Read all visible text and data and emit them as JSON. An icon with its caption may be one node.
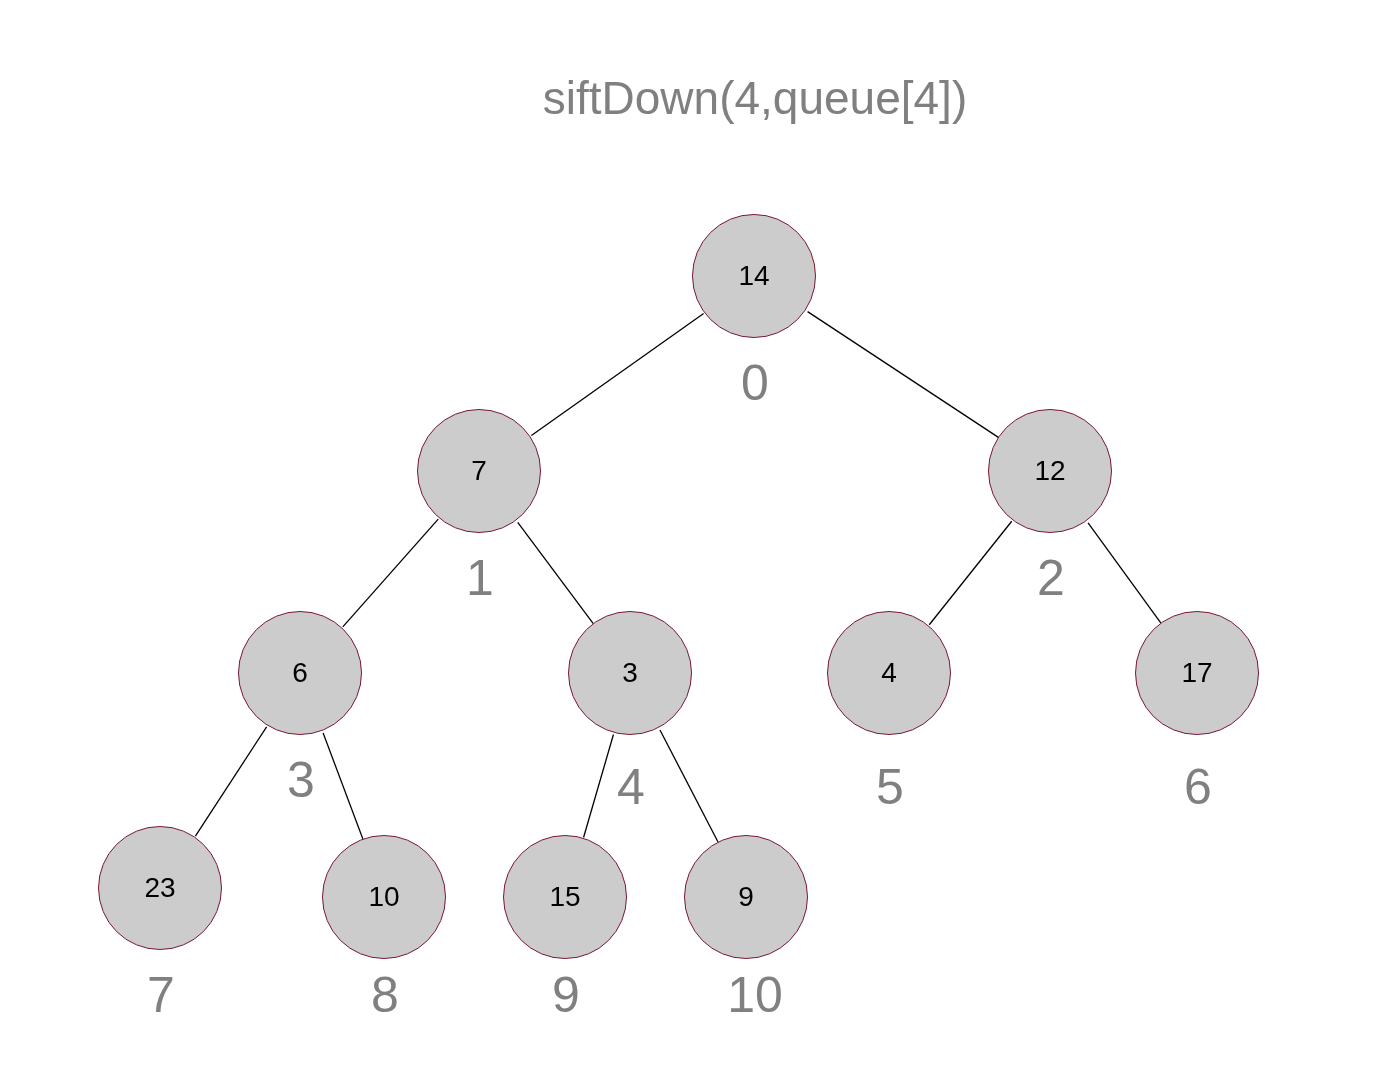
{
  "diagram": {
    "title": "siftDown(4,queue[4])",
    "nodes": [
      {
        "text": [
          "14"
        ],
        "beside": [
          "0"
        ]
      },
      {
        "text": [
          "7"
        ],
        "beside": [
          "1"
        ]
      },
      {
        "text": [
          "12"
        ],
        "beside": [
          "2"
        ]
      },
      {
        "text": [
          "6"
        ],
        "beside": [
          "3"
        ]
      },
      {
        "text": [
          "3"
        ],
        "beside": [
          "4"
        ]
      },
      {
        "text": [
          "4"
        ],
        "beside": [
          "5"
        ]
      },
      {
        "text": [
          "17"
        ],
        "beside": [
          "6"
        ]
      },
      {
        "text": [
          "23"
        ],
        "beside": [
          "7"
        ]
      },
      {
        "text": [
          "10"
        ],
        "beside": [
          "8"
        ]
      },
      {
        "text": [
          "15"
        ],
        "beside": [
          "9"
        ]
      },
      {
        "text": [
          "9"
        ],
        "beside": [
          "10"
        ]
      }
    ],
    "edges": [
      {
        "from": 0,
        "to": 1,
        "arrow": "none"
      },
      {
        "from": 0,
        "to": 2,
        "arrow": "none"
      },
      {
        "from": 1,
        "to": 3,
        "arrow": "none"
      },
      {
        "from": 1,
        "to": 4,
        "arrow": "none"
      },
      {
        "from": 2,
        "to": 5,
        "arrow": "none"
      },
      {
        "from": 2,
        "to": 6,
        "arrow": "none"
      },
      {
        "from": 3,
        "to": 7,
        "arrow": "none"
      },
      {
        "from": 3,
        "to": 8,
        "arrow": "none"
      },
      {
        "from": 4,
        "to": 9,
        "arrow": "none"
      },
      {
        "from": 4,
        "to": 10,
        "arrow": "none"
      }
    ]
  }
}
